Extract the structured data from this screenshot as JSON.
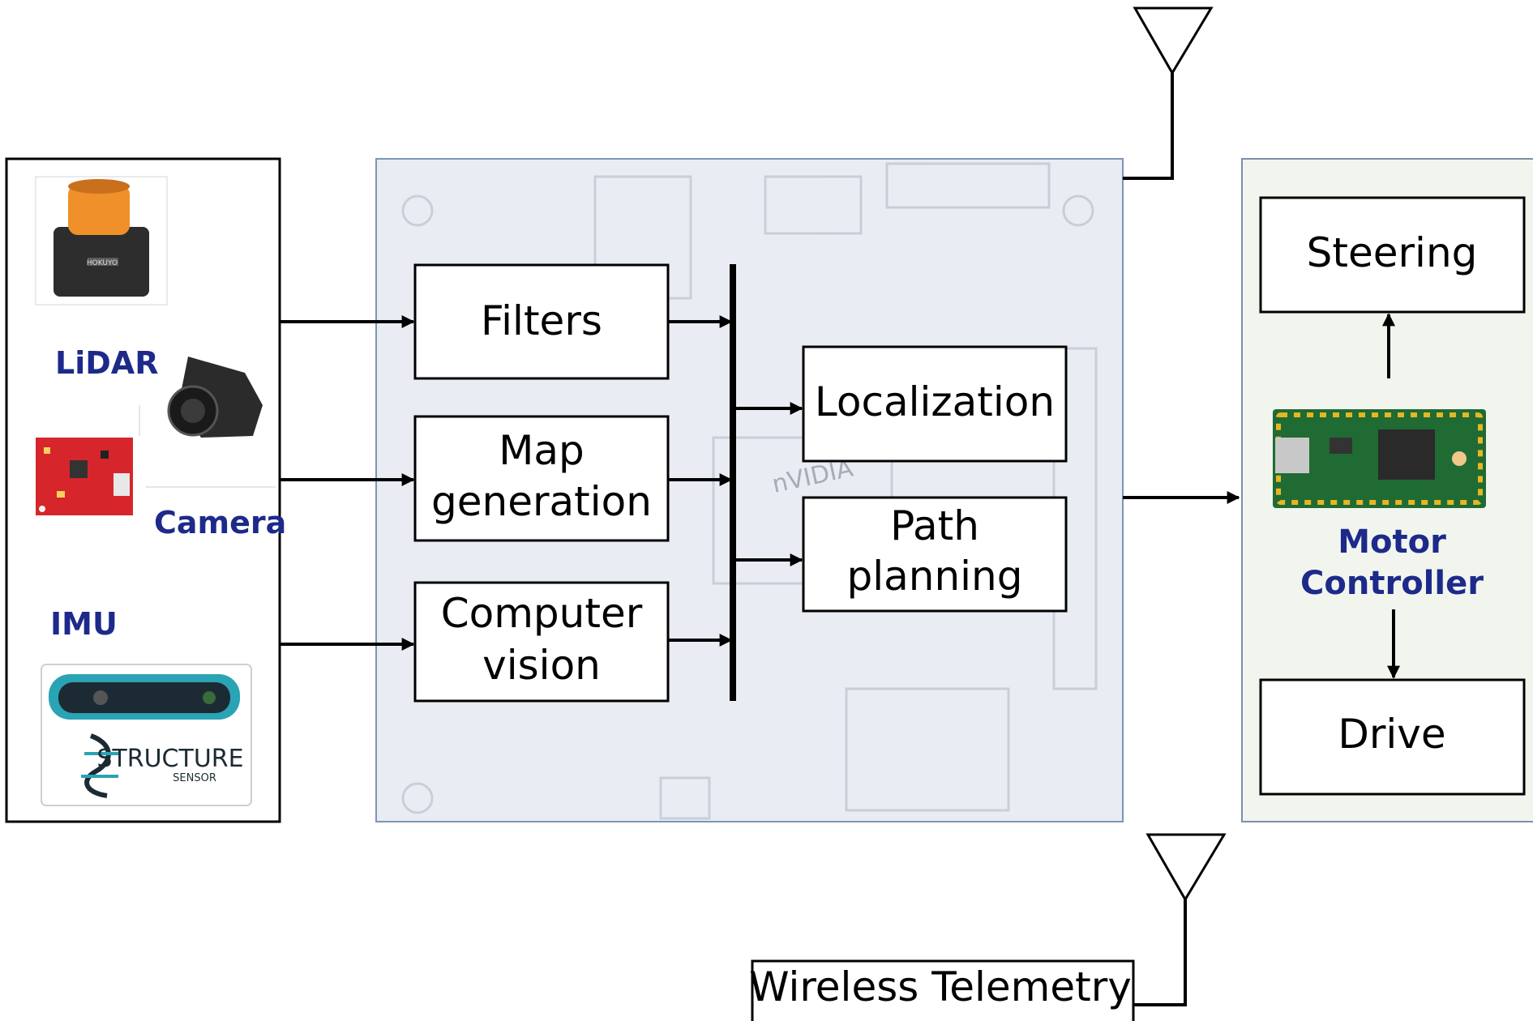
{
  "sensors": {
    "lidar_label": "LiDAR",
    "camera_label": "Camera",
    "imu_label": "IMU",
    "structure_brand": "STRUCTURE",
    "structure_sub": "SENSOR",
    "lidar_brand": "HOKUYO"
  },
  "processing": {
    "board_mark": "nVIDIA",
    "filters": "Filters",
    "map_generation": [
      "Map",
      "generation"
    ],
    "computer_vision": [
      "Computer",
      "vision"
    ],
    "localization": "Localization",
    "path_planning": [
      "Path",
      "planning"
    ]
  },
  "actuation": {
    "steering": "Steering",
    "motor_controller": [
      "Motor",
      "Controller"
    ],
    "drive": "Drive"
  },
  "telemetry": {
    "label": "Wireless Telemetry"
  },
  "colors": {
    "label_blue": "#1d2a8a",
    "board_panel": "#e9edf3",
    "board_border": "#7d95b5",
    "motor_panel": "#f1f5ee",
    "motor_border": "#7d8fa8",
    "lidar_orange": "#f0902a",
    "imu_red": "#d6262b",
    "teensy_green": "#1f6b33",
    "structure_teal": "#2aa3b4"
  }
}
